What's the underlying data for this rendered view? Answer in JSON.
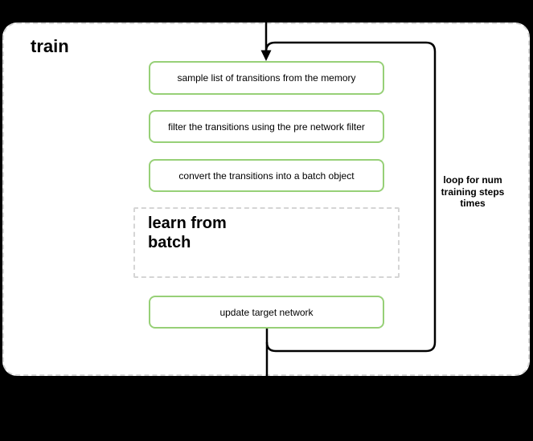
{
  "diagram": {
    "container_title": "train",
    "steps": [
      {
        "label": "sample list of transitions from the memory"
      },
      {
        "label": "filter the transitions using the pre network filter"
      },
      {
        "label": "convert the transitions into a batch object"
      }
    ],
    "subprocess": {
      "label": "learn from\nbatch"
    },
    "final_step": {
      "label": "update target network"
    },
    "loop_label": "loop for num\ntraining steps\ntimes",
    "colors": {
      "background": "#000000",
      "container_fill": "#ffffff",
      "container_border": "#d5d5d5",
      "step_border": "#97d077",
      "connector": "#000000",
      "text": "#000000"
    }
  }
}
